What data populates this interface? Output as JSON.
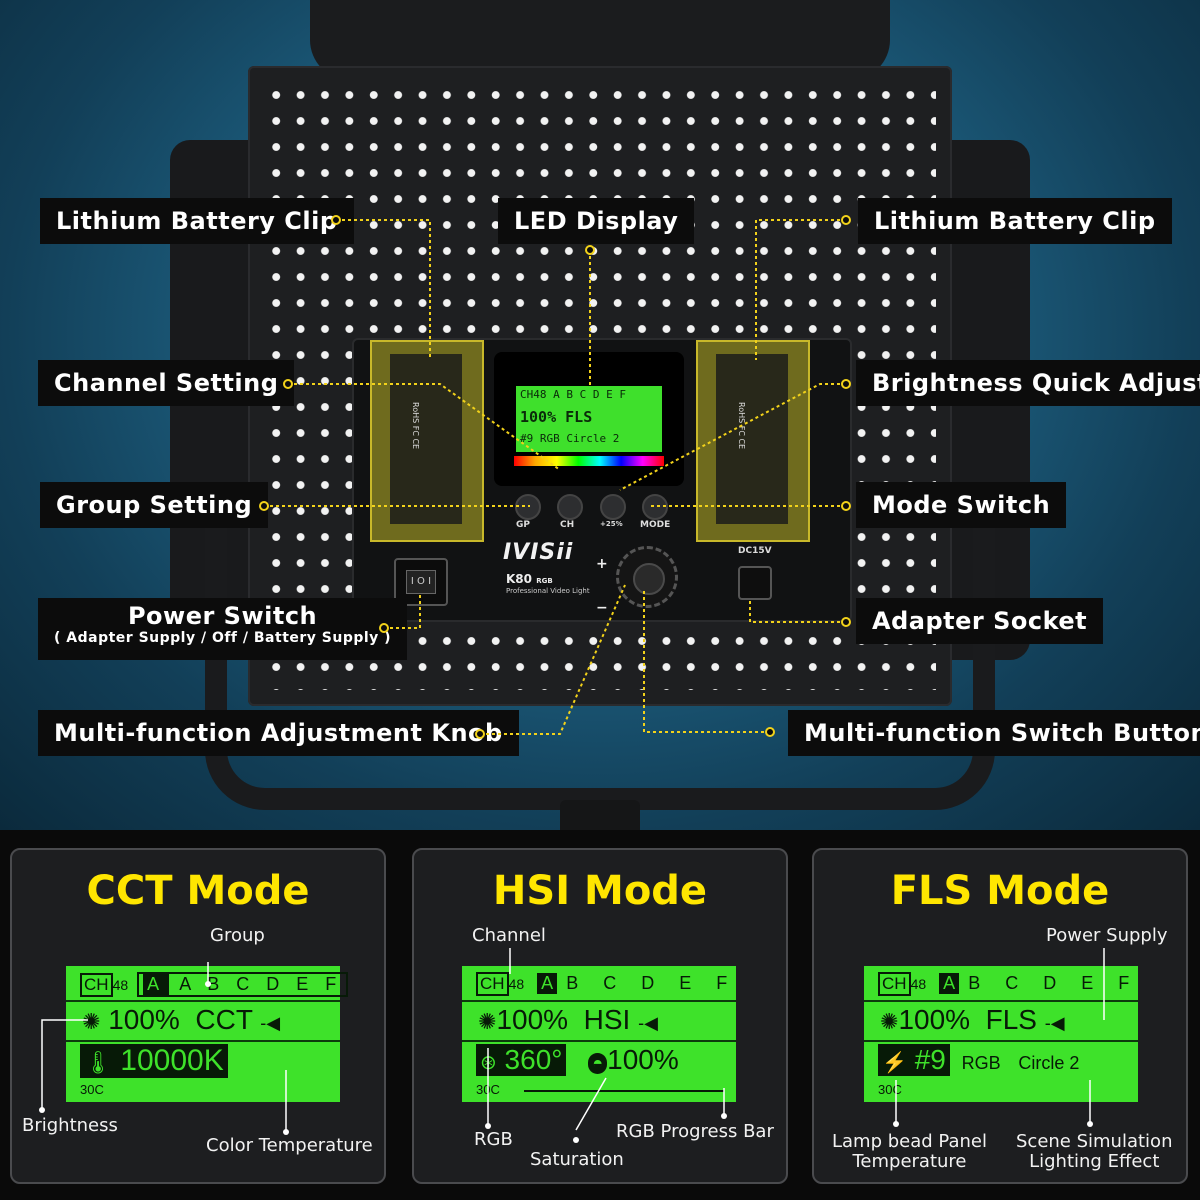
{
  "product": {
    "brand": "IVISii",
    "model": "K80",
    "model_suffix": "RGB",
    "subtitle": "Professional Video Light",
    "dc_label": "DC15V",
    "battery_text": "RoHS FC CE",
    "buttons": [
      "GP",
      "CH",
      "+25%",
      "MODE"
    ],
    "switch_symbol": "I O I"
  },
  "mini_lcd": {
    "row1": "CH48 A B C D E F",
    "row2": "100% FLS",
    "row3": "#9 RGB Circle 2"
  },
  "callouts": {
    "battery_clip_left": "Lithium Battery Clip",
    "led_display": "LED Display",
    "battery_clip_right": "Lithium Battery Clip",
    "channel_setting": "Channel Setting",
    "brightness_quick_adjust": "Brightness Quick Adjust",
    "group_setting": "Group Setting",
    "mode_switch": "Mode Switch",
    "power_switch": "Power Switch",
    "power_switch_sub": "( Adapter Supply / Off / Battery Supply )",
    "adapter_socket": "Adapter Socket",
    "adjustment_knob": "Multi-function Adjustment Knob",
    "switch_button": "Multi-function Switch Button"
  },
  "modes": {
    "cct": {
      "title": "CCT Mode",
      "ch": "CH",
      "ch_num": "48",
      "groups": "A B C D E F",
      "group_sel": "A",
      "brightness": "100%",
      "mode": "CCT",
      "value": "10000K",
      "temp": "30C",
      "ann_group": "Group",
      "ann_brightness": "Brightness",
      "ann_color_temp": "Color Temperature"
    },
    "hsi": {
      "title": "HSI Mode",
      "ch": "CH",
      "ch_num": "48",
      "groups": "B C D E F",
      "group_sel": "A",
      "brightness": "100%",
      "mode": "HSI",
      "hue": "360°",
      "saturation": "100%",
      "temp": "30C",
      "ann_channel": "Channel",
      "ann_rgb": "RGB",
      "ann_saturation": "Saturation",
      "ann_progress": "RGB Progress Bar"
    },
    "fls": {
      "title": "FLS Mode",
      "ch": "CH",
      "ch_num": "48",
      "groups": "B C D E F",
      "group_sel": "A",
      "brightness": "100%",
      "mode": "FLS",
      "effect_num": "#9",
      "effect_name": "RGB",
      "effect_sub": "Circle 2",
      "temp": "30C",
      "ann_power": "Power Supply",
      "ann_lamp": "Lamp bead Panel",
      "ann_lamp2": "Temperature",
      "ann_scene": "Scene Simulation",
      "ann_scene2": "Lighting Effect"
    }
  },
  "colors": {
    "title_yellow": "#ffe600",
    "lcd_green": "#3ee22a",
    "background_blue": "#1f6486"
  }
}
